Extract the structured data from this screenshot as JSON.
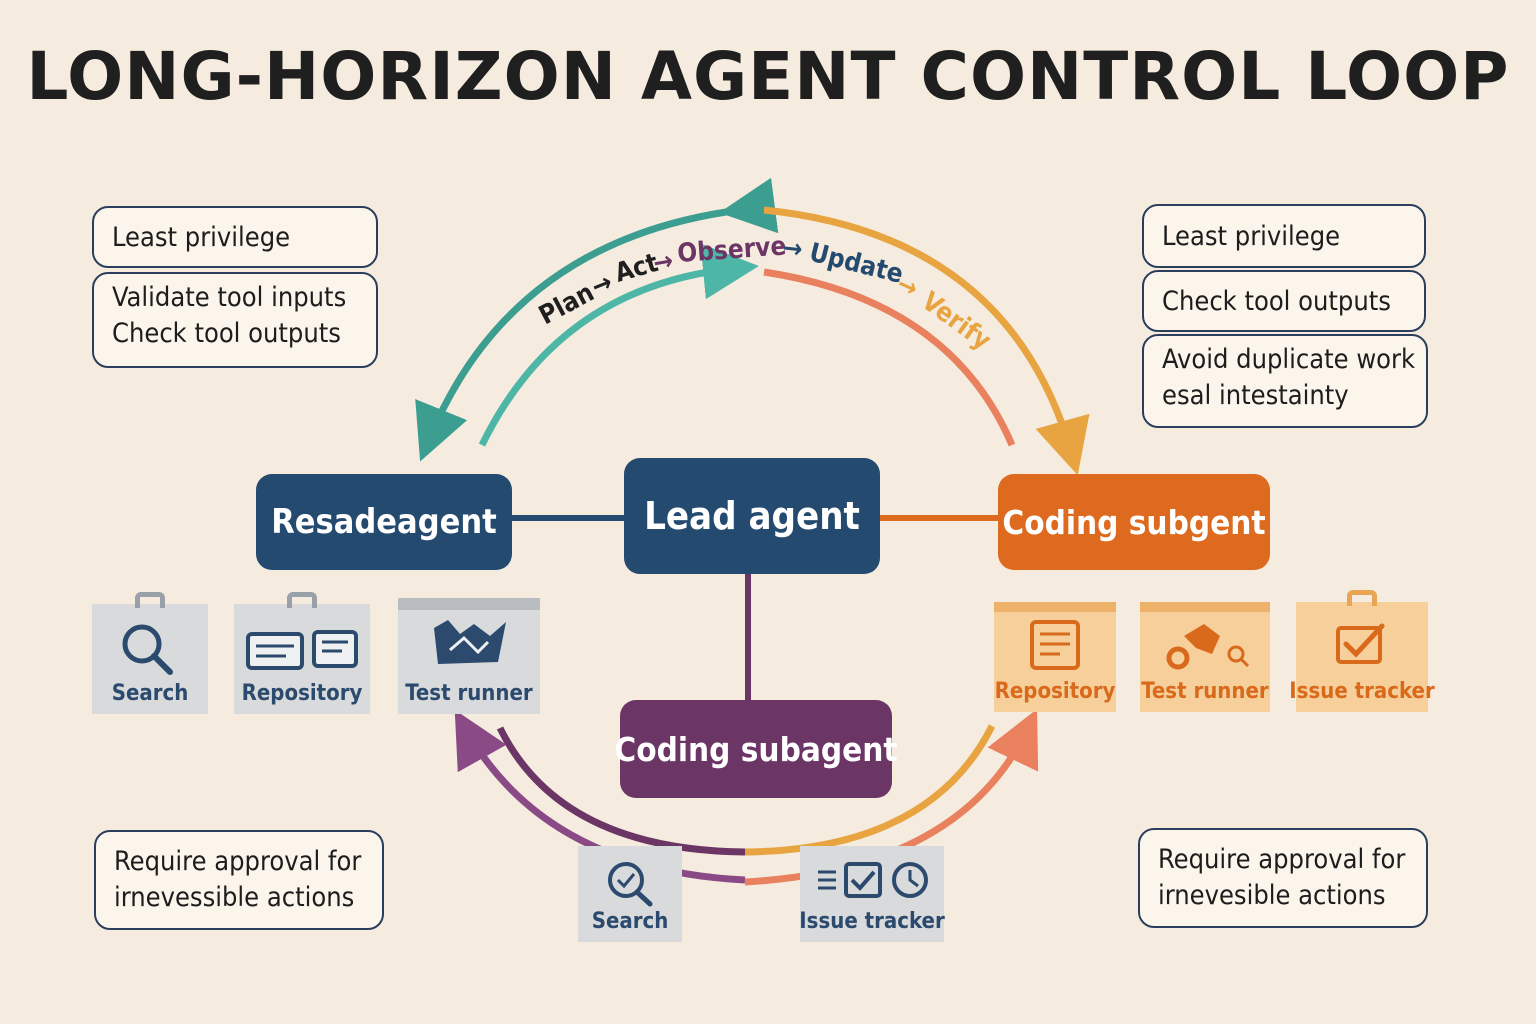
{
  "title": "LONG-HORIZON AGENT CONTROL LOOP",
  "loop_label": {
    "plan": "Plan",
    "act": "Act",
    "observe": "Observe",
    "update": "Update",
    "verify": "Verify",
    "arrow": "→"
  },
  "notes": {
    "top_left": [
      "Least privilege",
      "Validate tool inputs",
      "Check tool outputs"
    ],
    "top_right": [
      "Least privilege",
      "Check tool outputs",
      "Avoid duplicate work",
      "esal intestainty"
    ],
    "bottom_left": [
      "Require approval for",
      "irnevessible actions"
    ],
    "bottom_right": [
      "Require approval for",
      "irnevesible actions"
    ]
  },
  "agents": {
    "left": "Resadeagent",
    "lead": "Lead agent",
    "right": "Coding subgent",
    "bottom": "Coding subagent"
  },
  "tools": {
    "left": [
      {
        "label": "Search",
        "icon": "magnifier-icon"
      },
      {
        "label": "Repository",
        "icon": "repository-cards-icon"
      },
      {
        "label": "Test runner",
        "icon": "test-runner-icon"
      }
    ],
    "right": [
      {
        "label": "Repository",
        "icon": "document-list-icon"
      },
      {
        "label": "Test runner",
        "icon": "test-runner-tools-icon"
      },
      {
        "label": "Issue tracker",
        "icon": "checkbox-icon"
      }
    ],
    "bottom": [
      {
        "label": "Search",
        "icon": "search-check-icon"
      },
      {
        "label": "Issue tracker",
        "icon": "list-check-clock-icon"
      }
    ]
  },
  "colors": {
    "background": "#f5ecdf",
    "navy": "#244a6f",
    "orange": "#dd6a1e",
    "purple": "#6b3566",
    "teal": "#3c9e90",
    "amber": "#e8a440",
    "salmon": "#e9805e"
  }
}
